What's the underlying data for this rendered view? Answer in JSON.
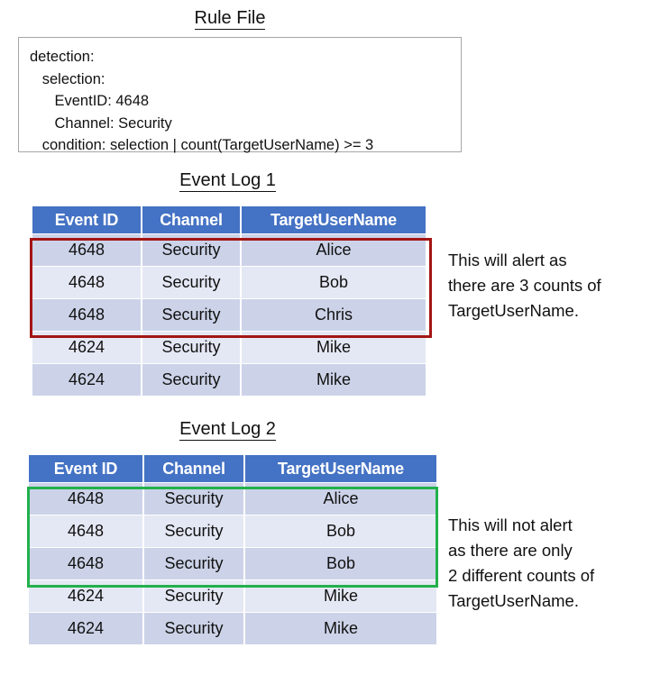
{
  "rule_section": {
    "title": "Rule File",
    "lines": [
      "detection:",
      "   selection:",
      "      EventID: 4648",
      "      Channel: Security",
      "   condition: selection | count(TargetUserName) >= 3"
    ]
  },
  "columns": [
    "Event ID",
    "Channel",
    "TargetUserName"
  ],
  "logs": [
    {
      "title": "Event Log 1",
      "highlight_color": "#a31515",
      "rows": [
        {
          "event_id": "4648",
          "channel": "Security",
          "user": "Alice"
        },
        {
          "event_id": "4648",
          "channel": "Security",
          "user": "Bob"
        },
        {
          "event_id": "4648",
          "channel": "Security",
          "user": "Chris"
        },
        {
          "event_id": "4624",
          "channel": "Security",
          "user": "Mike"
        },
        {
          "event_id": "4624",
          "channel": "Security",
          "user": "Mike"
        }
      ],
      "note": "This will alert as\nthere are 3 counts of\nTargetUserName."
    },
    {
      "title": "Event Log 2",
      "highlight_color": "#21b14c",
      "rows": [
        {
          "event_id": "4648",
          "channel": "Security",
          "user": "Alice"
        },
        {
          "event_id": "4648",
          "channel": "Security",
          "user": "Bob"
        },
        {
          "event_id": "4648",
          "channel": "Security",
          "user": "Bob"
        },
        {
          "event_id": "4624",
          "channel": "Security",
          "user": "Mike"
        },
        {
          "event_id": "4624",
          "channel": "Security",
          "user": "Mike"
        }
      ],
      "note": "This will not alert\nas there are only\n2 different counts of\nTargetUserName."
    }
  ],
  "theme": {
    "header_blue": "#4472c4",
    "row_band_a": "#ccd3e8",
    "row_band_b": "#e4e8f4",
    "box_border": "#a6a6a6"
  }
}
